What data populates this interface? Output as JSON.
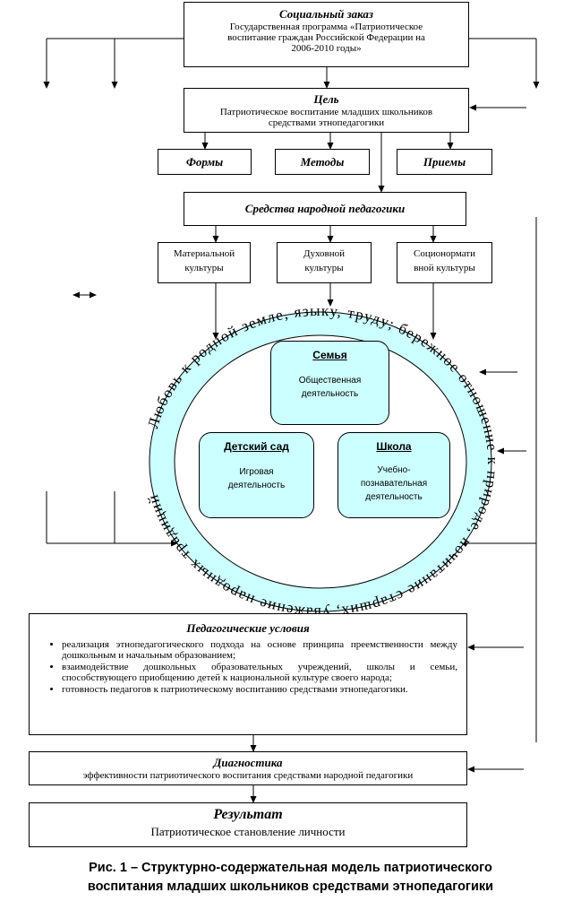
{
  "social_order": {
    "title": "Социальный заказ",
    "line1": "Государственная программа «Патриотическое",
    "line2": "воспитание граждан Российской Федерации на",
    "line3": "2006-2010 годы»"
  },
  "goal": {
    "title": "Цель",
    "line1": "Патриотическое воспитание младших школьников",
    "line2": "средствами этнопедагогики"
  },
  "methods": [
    "Формы",
    "Методы",
    "Приемы"
  ],
  "means": "Средства народной педагогики",
  "cultures": [
    {
      "line1": "Материальной",
      "line2": "культуры"
    },
    {
      "line1": "Духовной",
      "line2": "культуры"
    },
    {
      "line1": "Соционормати",
      "line2": "вной культуры"
    }
  ],
  "ring_text": "Любовь к родной земле, языку, труду; бережное отношение к природе, почитание старших, уважение народных традиций",
  "family": {
    "title": "Семья",
    "line1": "Общественная",
    "line2": "деятельность"
  },
  "kindergarten": {
    "title": "Детский сад",
    "line1": "Игровая",
    "line2": "деятельность"
  },
  "school": {
    "title": "Школа",
    "line1": "Учебно-",
    "line2": "познавательная",
    "line3": "деятельность"
  },
  "conditions": {
    "title": "Педагогические условия",
    "items": [
      "реализация этнопедагогического подхода на основе принципа преемственности между дошкольным и начальным образованием;",
      "взаимодействие дошкольных образовательных учреждений, школы и семьи, способствующего приобщению детей к национальной культуре своего народа;",
      "готовность педагогов к патриотическому воспитанию средствами этнопедагогики."
    ]
  },
  "diagnostics": {
    "title": "Диагностика",
    "text": "эффективности патриотического воспитания средствами народной педагогики"
  },
  "result": {
    "title": "Результат",
    "text": "Патриотическое становление личности"
  },
  "caption": {
    "line1": "Рис. 1 – Структурно-содержательная модель патриотического",
    "line2": "воспитания  младших школьников средствами этнопедагогики"
  }
}
